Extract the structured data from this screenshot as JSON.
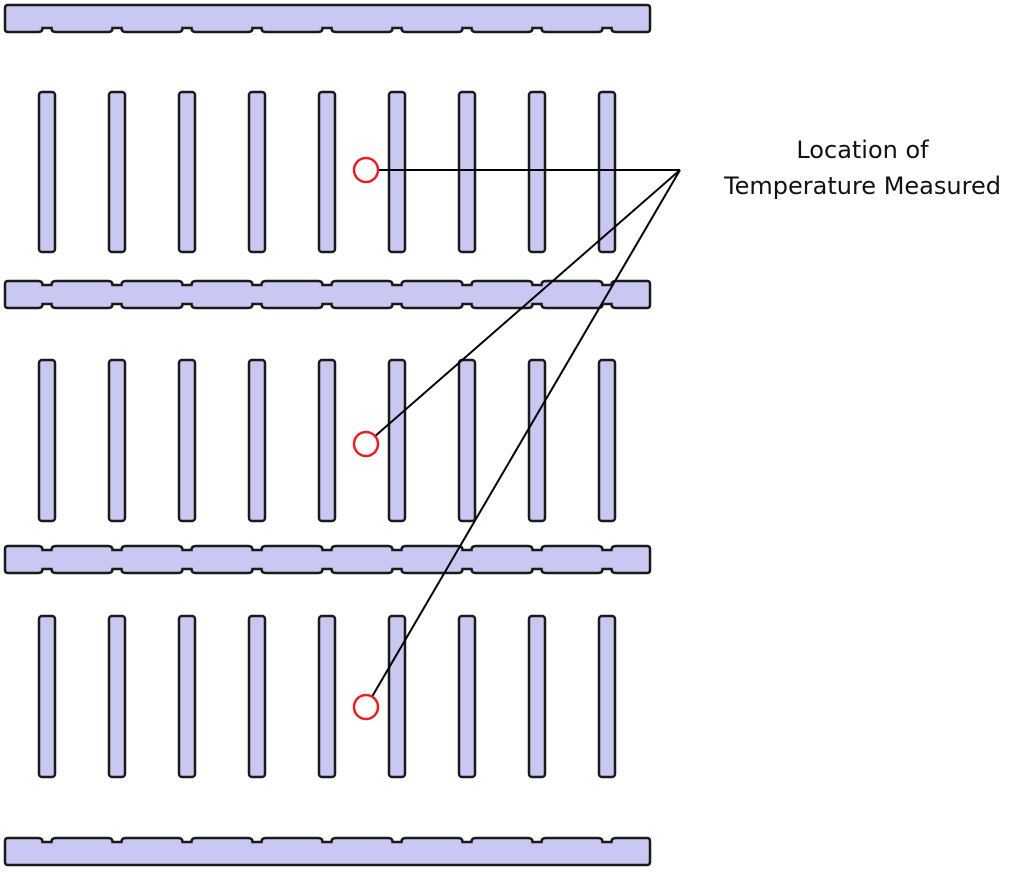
{
  "annotation": {
    "line1": "Location of",
    "line2": "Temperature Measured"
  },
  "colors": {
    "bar_fill": "#c8c8f2",
    "bar_stroke": "#1a1a1a",
    "marker": "#e82020",
    "leader": "#000000"
  },
  "diagram": {
    "horizontal_bars": 4,
    "vertical_bar_rows": 3,
    "vertical_bars_per_row": 9,
    "measurement_points": 3
  }
}
